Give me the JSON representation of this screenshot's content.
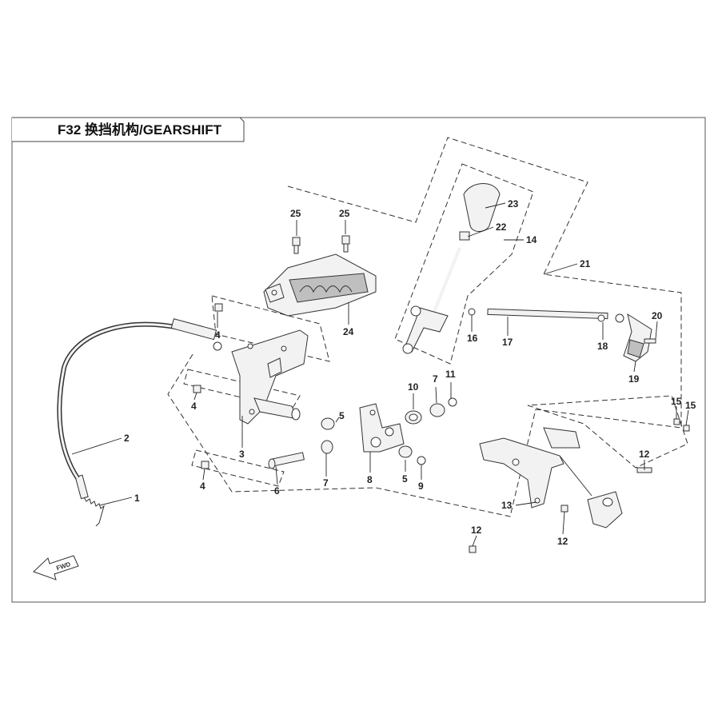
{
  "diagram": {
    "title": "F32 换挡机构/GEARSHIFT",
    "direction_label": "FWD",
    "callouts": [
      {
        "id": "c1",
        "text": "1"
      },
      {
        "id": "c2",
        "text": "2"
      },
      {
        "id": "c3",
        "text": "3"
      },
      {
        "id": "c4a",
        "text": "4"
      },
      {
        "id": "c4b",
        "text": "4"
      },
      {
        "id": "c4c",
        "text": "4"
      },
      {
        "id": "c5a",
        "text": "5"
      },
      {
        "id": "c5b",
        "text": "5"
      },
      {
        "id": "c6",
        "text": "6"
      },
      {
        "id": "c7a",
        "text": "7"
      },
      {
        "id": "c7b",
        "text": "7"
      },
      {
        "id": "c8",
        "text": "8"
      },
      {
        "id": "c9",
        "text": "9"
      },
      {
        "id": "c10",
        "text": "10"
      },
      {
        "id": "c11",
        "text": "11"
      },
      {
        "id": "c12a",
        "text": "12"
      },
      {
        "id": "c12b",
        "text": "12"
      },
      {
        "id": "c12c",
        "text": "12"
      },
      {
        "id": "c13",
        "text": "13"
      },
      {
        "id": "c14",
        "text": "14"
      },
      {
        "id": "c15a",
        "text": "15"
      },
      {
        "id": "c15b",
        "text": "15"
      },
      {
        "id": "c16",
        "text": "16"
      },
      {
        "id": "c17",
        "text": "17"
      },
      {
        "id": "c18",
        "text": "18"
      },
      {
        "id": "c19",
        "text": "19"
      },
      {
        "id": "c20",
        "text": "20"
      },
      {
        "id": "c21",
        "text": "21"
      },
      {
        "id": "c22",
        "text": "22"
      },
      {
        "id": "c23",
        "text": "23"
      },
      {
        "id": "c24",
        "text": "24"
      },
      {
        "id": "c25a",
        "text": "25"
      },
      {
        "id": "c25b",
        "text": "25"
      }
    ]
  }
}
